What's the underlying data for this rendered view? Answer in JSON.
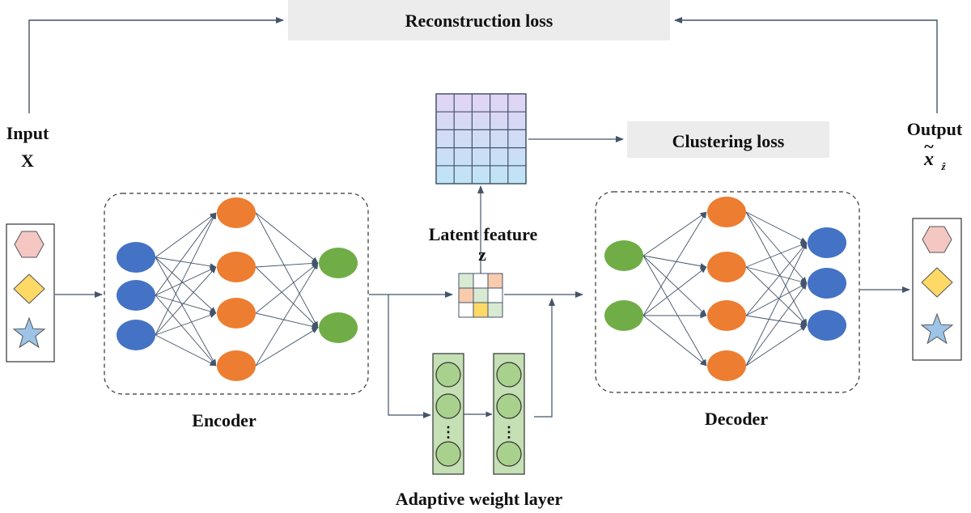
{
  "labels": {
    "reconstruction_loss": "Reconstruction loss",
    "clustering_loss": "Clustering loss",
    "input_title": "Input",
    "input_var": "X",
    "output_title": "Output",
    "output_var": "x",
    "output_var_sub": "ẑ",
    "output_tilde": "~",
    "latent_title": "Latent feature",
    "latent_var": "z",
    "encoder": "Encoder",
    "decoder": "Decoder",
    "adaptive_weight_layer": "Adaptive weight layer",
    "weight_ellipsis": "⋮"
  },
  "colors": {
    "loss_box": "#ececec",
    "arrow": "#44546a",
    "node_blue": "#4472c4",
    "node_orange": "#ed7d31",
    "node_green": "#70ad47",
    "weight_layer_fill": "#c5e0b4",
    "weight_layer_node": "#a9d18e",
    "shape_hexagon": "#f4c7c3",
    "shape_diamond": "#ffd966",
    "shape_star": "#9dc3e6",
    "latent_cell_orange": "#f8cbad",
    "latent_cell_green": "#d9ead3",
    "latent_cell_yellow": "#ffd966",
    "latent_cell_white": "#ffffff"
  },
  "icons": {
    "input_shapes": [
      "hexagon-icon",
      "diamond-icon",
      "star-icon"
    ],
    "output_shapes": [
      "hexagon-icon",
      "diamond-icon",
      "star-icon"
    ]
  },
  "encoder": {
    "layers": [
      {
        "color": "node_blue",
        "count": 3
      },
      {
        "color": "node_orange",
        "count": 4
      },
      {
        "color": "node_green",
        "count": 2
      }
    ]
  },
  "decoder": {
    "layers": [
      {
        "color": "node_green",
        "count": 2
      },
      {
        "color": "node_orange",
        "count": 4
      },
      {
        "color": "node_blue",
        "count": 3
      }
    ]
  },
  "latent_matrix": {
    "rows": 3,
    "cols": 3,
    "cells": [
      [
        "latent_cell_green",
        "latent_cell_white",
        "latent_cell_orange"
      ],
      [
        "latent_cell_orange",
        "latent_cell_green",
        "latent_cell_white"
      ],
      [
        "latent_cell_white",
        "latent_cell_yellow",
        "latent_cell_green"
      ]
    ]
  },
  "cluster_grid": {
    "rows": 5,
    "cols": 5
  }
}
